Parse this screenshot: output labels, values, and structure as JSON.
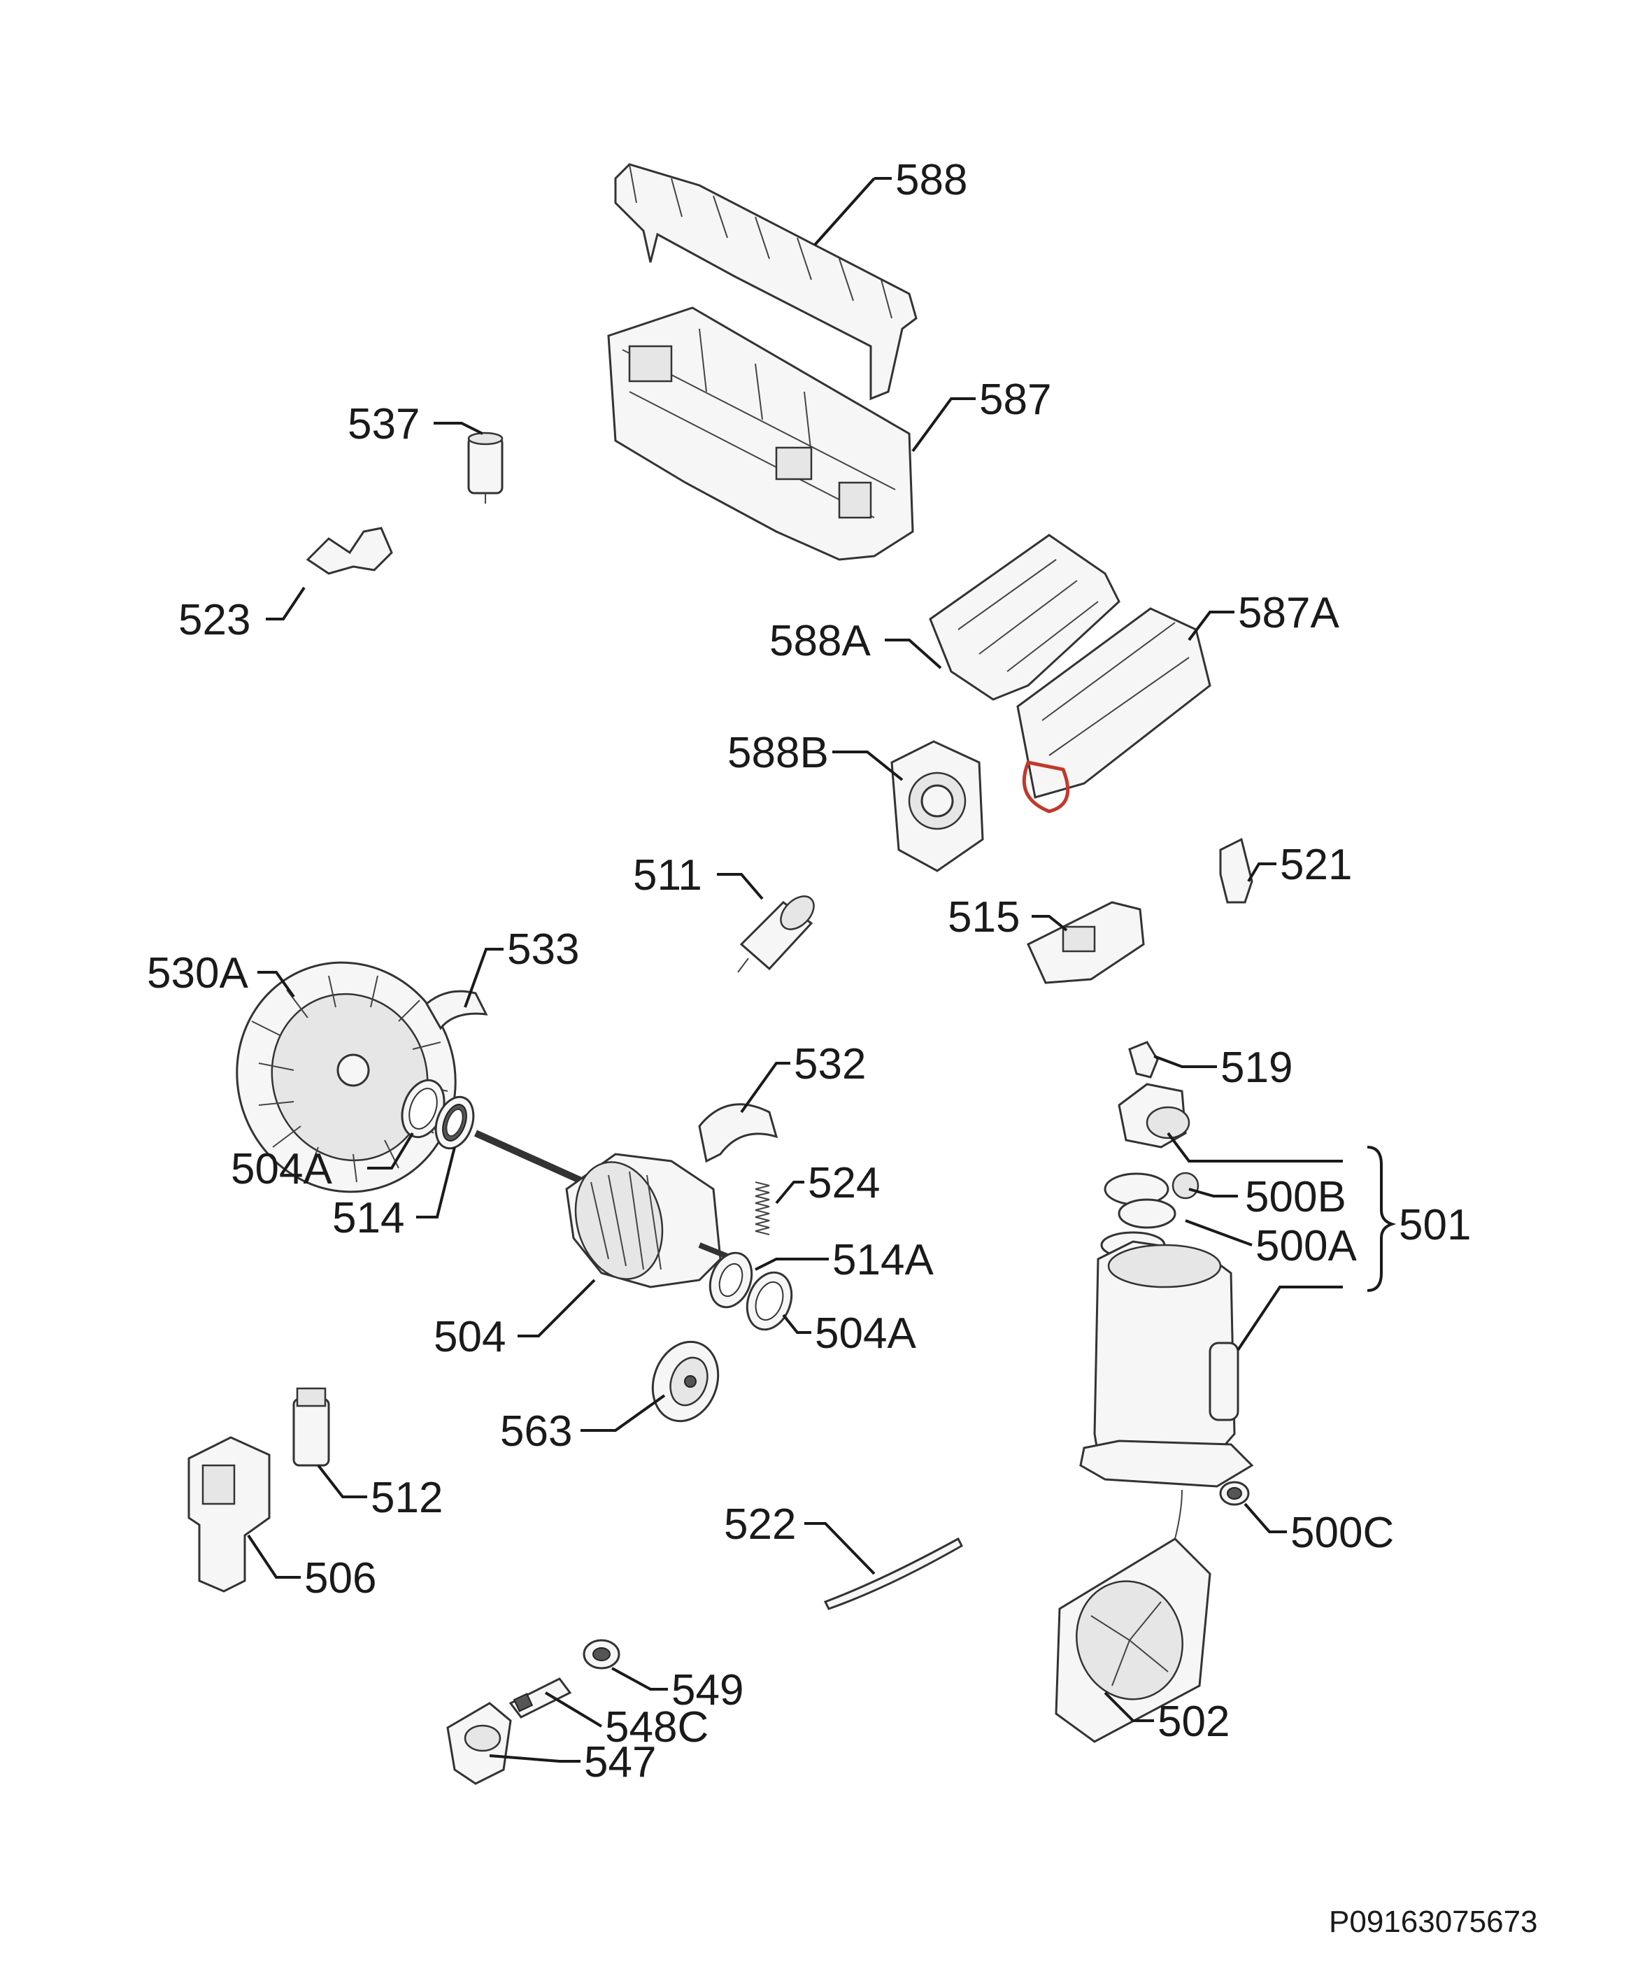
{
  "diagram": {
    "reference_code": "P09163075673",
    "callouts": [
      {
        "id": "588"
      },
      {
        "id": "587"
      },
      {
        "id": "537"
      },
      {
        "id": "523"
      },
      {
        "id": "588A"
      },
      {
        "id": "587A"
      },
      {
        "id": "588B"
      },
      {
        "id": "511"
      },
      {
        "id": "521"
      },
      {
        "id": "515"
      },
      {
        "id": "519"
      },
      {
        "id": "530A"
      },
      {
        "id": "533"
      },
      {
        "id": "532"
      },
      {
        "id": "504A_left"
      },
      {
        "id": "514"
      },
      {
        "id": "524"
      },
      {
        "id": "514A"
      },
      {
        "id": "504"
      },
      {
        "id": "504A_right"
      },
      {
        "id": "500B"
      },
      {
        "id": "500A"
      },
      {
        "id": "501"
      },
      {
        "id": "563"
      },
      {
        "id": "512"
      },
      {
        "id": "506"
      },
      {
        "id": "522"
      },
      {
        "id": "500C"
      },
      {
        "id": "549"
      },
      {
        "id": "548C"
      },
      {
        "id": "547"
      },
      {
        "id": "502"
      }
    ],
    "labels": {
      "c588": "588",
      "c587": "587",
      "c537": "537",
      "c523": "523",
      "c588A": "588A",
      "c587A": "587A",
      "c588B": "588B",
      "c511": "511",
      "c521": "521",
      "c515": "515",
      "c519": "519",
      "c530A": "530A",
      "c533": "533",
      "c532": "532",
      "c504A_l": "504A",
      "c514": "514",
      "c524": "524",
      "c514A": "514A",
      "c504": "504",
      "c504A_r": "504A",
      "c500B": "500B",
      "c500A": "500A",
      "c501": "501",
      "c563": "563",
      "c512": "512",
      "c506": "506",
      "c522": "522",
      "c500C": "500C",
      "c549": "549",
      "c548C": "548C",
      "c547": "547",
      "c502": "502"
    }
  }
}
